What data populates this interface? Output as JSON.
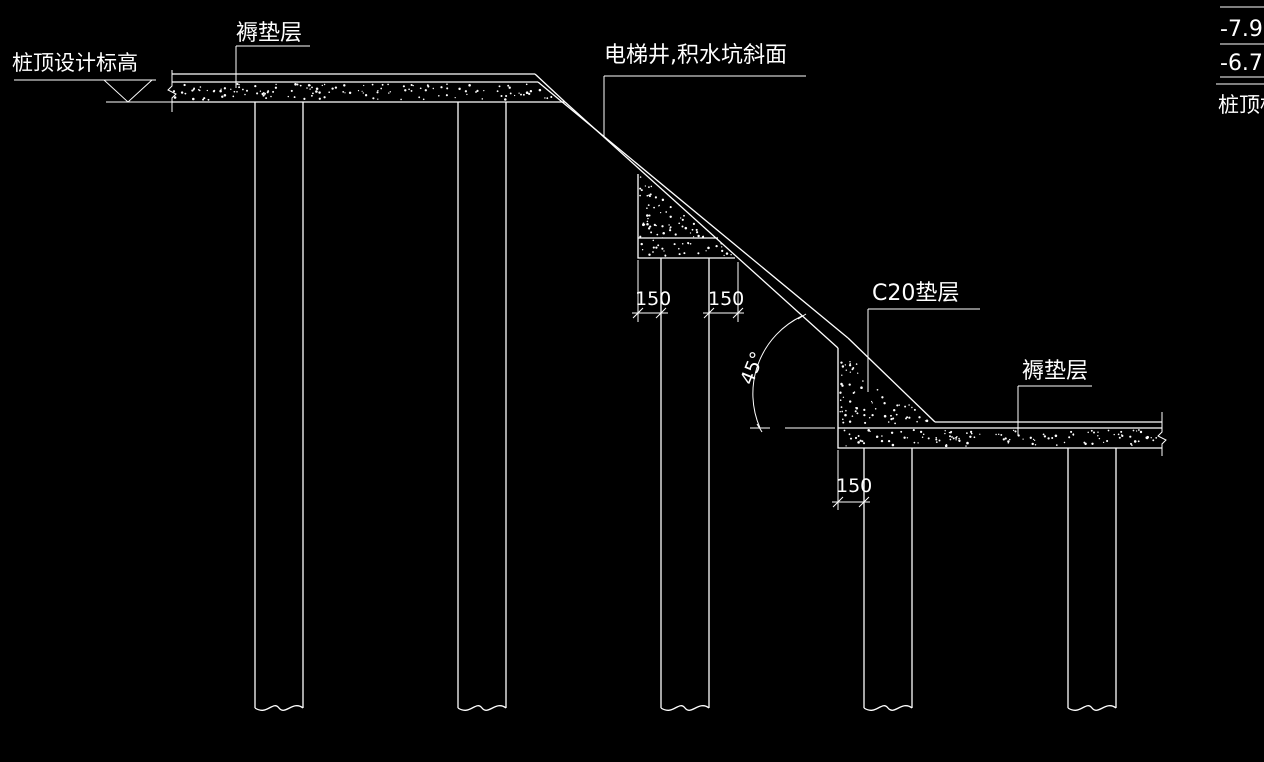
{
  "labels": {
    "pile_top_elevation": "桩顶设计标高",
    "cushion_top_left": "褥垫层",
    "elevator_pit_slope": "电梯井,积水坑斜面",
    "c20_cushion": "C20垫层",
    "cushion_right": "褥垫层",
    "dim_150_a": "150",
    "dim_150_b": "150",
    "dim_150_c": "150",
    "angle_45": "45°",
    "corner_elev_1": "-7.9",
    "corner_elev_2": "-6.7",
    "corner_pile_top": "桩顶标"
  },
  "colors": {
    "background": "#000000",
    "line": "#ffffff"
  }
}
